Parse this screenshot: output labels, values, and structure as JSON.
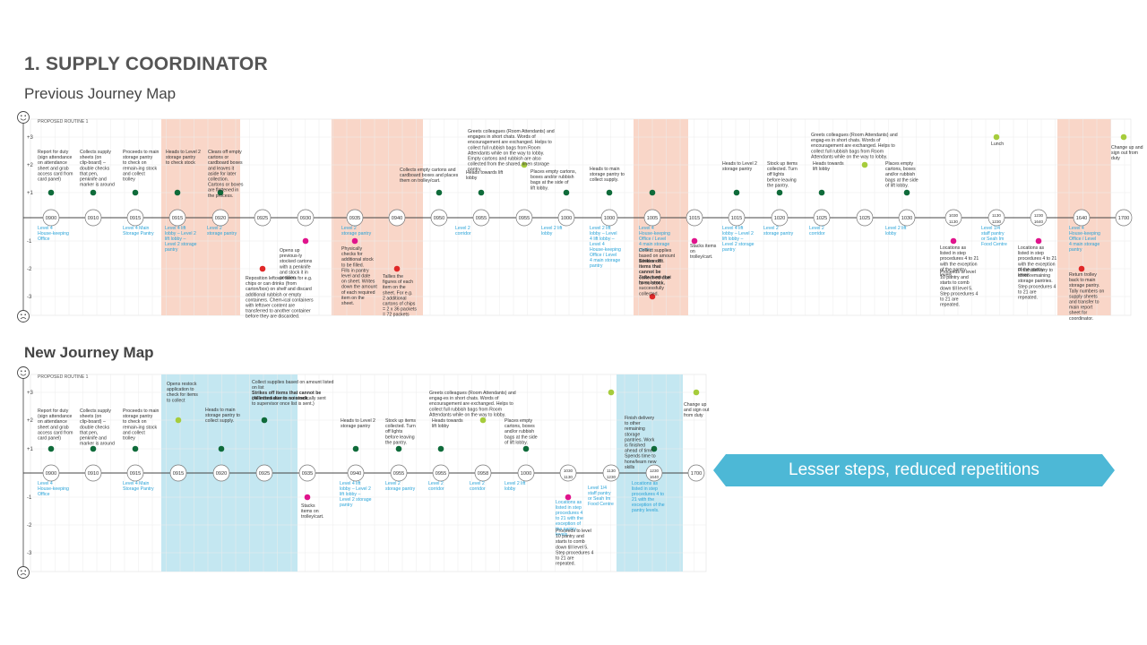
{
  "page": {
    "title": "1. SUPPLY COORDINATOR",
    "subtitle": "Previous Journey Map",
    "new_title": "New Journey Map",
    "callout": "Lesser steps, reduced repetitions",
    "accent": "#4db8d6"
  },
  "colors": {
    "highlight_previous": "#f9d6c8",
    "highlight_new": "#c4e7f1",
    "dot_darkgreen": "#0f6b3a",
    "dot_lime": "#a6cc3c",
    "dot_magenta": "#e0148c",
    "dot_red": "#e02828",
    "location_text": "#29a3d8"
  },
  "previous": {
    "header": "PROPOSED ROUTINE 1",
    "levels": [
      "+3",
      "+2",
      "+1",
      "-1",
      "-2",
      "-3"
    ],
    "times": [
      "0900",
      "0910",
      "0915",
      "0915",
      "0920",
      "0925",
      "0930",
      "0935",
      "0940",
      "0950",
      "0955",
      "0955",
      "1000",
      "1000",
      "1005",
      "1015",
      "1015",
      "1020",
      "1025",
      "1025",
      "1030",
      "1030 1130",
      "1130 1230",
      "1230 1640",
      "1640",
      "1700"
    ],
    "locations": [
      "Level 4 House-keeping Office",
      "Level 4 Main Storage Pantry",
      "Level 4 lift lobby – Level 2 lift lobby – Level 2 storage pantry",
      "Level 2 storage pantry",
      "Level 2 storage pantry",
      "Level 2 corridor",
      "Level 2 lift lobby",
      "Level 2 lift lobby – Level 4 lift lobby – Level 4 House-keeping Office / Level 4 main storage pantry",
      "Level 4 House-keeping Office / Level 4 main storage pantry",
      "Level 4 lift lobby – Level 2 lift lobby – Level 2 storage pantry",
      "Level 2 storage pantry",
      "Level 2 corridor",
      "Level 2 lift lobby",
      "Level 1/4 staff pantry or Seah Im Food Centre",
      "Level 4 House-keeping Office / Level 4 main storage pantry"
    ],
    "steps": [
      "Report for duty (sign attendance on attendance sheet and grab access card from card panel)",
      "Collects supply sheets (on clip-board) – double checks that pen, penknife and marker is around",
      "Proceeds to main storage pantry to check on remain-ing stock and collect trolley",
      "Heads to Level 2 storage pantry to check stock",
      "Clears off empty cartons or cardboard boxes and leaves it aside for later collection. Cartons or boxes are flattened in the process.",
      "Reposition leftover items for e.g. chips or can drinks (from carton/box) on shelf and discard additional rubbish or empty containers. Chem-ical containers with leftover content are transferred to another container before they are discarded.",
      "Opens up previous-ly stocked cartons with a penknife and stock it in position",
      "Physically checks for additional stock to be filled. Fills in pantry level and date on sheet. Writes down the amount of each required item on the sheet.",
      "Tallies the figures of each item on the sheet. For e.g. 2 additional cartons of chips = 2 x 36 packets = 72 packets",
      "Collects empty cartons and cardboard boxes and places them on trolley/cart.",
      "Heads towards lift lobby",
      "Greets colleagues (Room Attendants) and engages in short chats. Words of encouragement are exchanged. Helps to collect full rubbish bags from Room Attendants while on the way to lobby. Empty cartons and rubbish are also collected from the shared, linen storage pantry.",
      "Places empty cartons, boxes and/or rubbish bags at the side of lift lobby.",
      "Heads to main storage pantry to collect supply.",
      "Collect supplies based on amount listed on list.",
      "Strikes off items that cannot be collect-ed due to no stock.",
      "Ticks items that have been successfully collected.",
      "Stacks items on trolley/cart.",
      "Heads to Level 2 storage pantry",
      "Stock up items collected. Turn off lights before leaving the pantry.",
      "Heads towards lift lobby",
      "Greets colleagues (Room Attendants) and engag-es in short chats. Words of encouragement are exchanged. Helps to collect full rubbish bags from Room Attendants while on the way to lobby.",
      "Places empty cartons, boxes and/or rubbish bags at the side of lift lobby.",
      "Locations as listed in step procedures 4 to 21 with the exception of the pantry levels.",
      "Proceeds to level 10 pantry and starts to comb down till level 5. Step procedures 4 to 21 are repeated.",
      "Lunch",
      "Locations as listed in step procedures 4 to 21 with the exception of the pantry levels.",
      "Finish delivery to other remaining storage pantries. Step procedures 4 to 21 are repeated.",
      "Return trolley back to main storage pantry. Tally numbers on supply sheets and transfer to main report sheet for coordinator.",
      "Change up and sign out from duty"
    ]
  },
  "new": {
    "header": "PROPOSED ROUTINE 1",
    "levels": [
      "+3",
      "+2",
      "+1",
      "-1",
      "-2",
      "-3"
    ],
    "times": [
      "0900",
      "0910",
      "0915",
      "0915",
      "0920",
      "0925",
      "0935",
      "0940",
      "0955",
      "0955",
      "0958",
      "1000",
      "1030 1130",
      "1130 1230",
      "1230 1640",
      "1700"
    ],
    "locations": [
      "Level 4 House-keeping Office",
      "Level 4 Main Storage Pantry",
      "Level 4 lift lobby – Level 2 lift lobby – Level 2 storage pantry",
      "Level 2 storage pantry",
      "Level 2 corridor",
      "Level 2 corridor",
      "Level 2 lift lobby",
      "Locations as listed in step procedures 4 to 21 with the exception of the pantry levels.",
      "Level 1/4 staff pantry or Seah Im Food Centre",
      "Locations as listed in step procedures 4 to 21 with the exception of the pantry levels."
    ],
    "steps": [
      "Report for duty (sign attendance on attendance sheet and grab access card from card panel)",
      "Collects supply sheets (on clip-board) – double checks that pen, penknife and marker is around",
      "Proceeds to main storage pantry to check on remain-ing stock and collect trolley",
      "Opens restock application to check for items to collect",
      "Heads to main storage pantry to collect supply.",
      "Collect supplies based on amount listed on list",
      "Strikes off items that cannot be collected due to no stock.",
      "(All information is automatically sent to supervisor once list is sent.)",
      "Stacks items on trolley/cart.",
      "Heads to Level 2 storage pantry",
      "Stock up items collected. Turn off lights before leaving the pantry.",
      "Heads towards lift lobby",
      "Greets colleagues (Room Attendants) and engag-es in short chats. Words of encouragement are exchanged. Helps to collect full rubbish bags from Room Attendants while on the way to lobby.",
      "Places empty cartons, boxes and/or rubbish bags at the side of lift lobby.",
      "Proceeds to level 10 pantry and starts to comb down till level 5. Step procedures 4 to 21 are repeated.",
      "Finish delivery to other remaining storage pantries. Work is finished ahead of time. Spends time to hone/learn new skills",
      "Change up and sign out from duty"
    ]
  }
}
